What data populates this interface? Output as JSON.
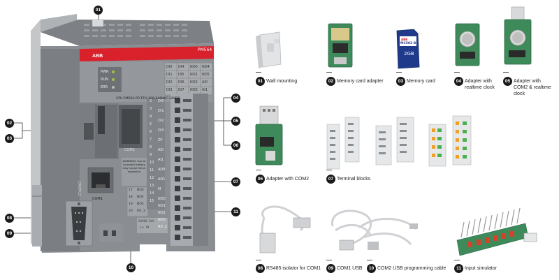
{
  "plc": {
    "brand": "ABB",
    "model": "PM564",
    "cpu_line": "CPU PM564-RP-ETH   100-240VAC   24VDC",
    "leds": [
      "PWR",
      "RUN",
      "ERR"
    ],
    "io_table": [
      [
        "DI0",
        "DI4",
        "NO0",
        "NO4"
      ],
      [
        "DI1",
        "DI5",
        "NO1",
        "NO5"
      ],
      [
        "DI2",
        "DI6",
        "NO2",
        "AI0"
      ],
      [
        "DI3",
        "DI7",
        "NO3",
        "AI1"
      ]
    ],
    "right_labels": [
      "DI0",
      "DI1",
      "DI2",
      "DI3",
      "ZP",
      "AI0",
      "AI1",
      "AO0",
      "AO1",
      "M",
      "NO0",
      "NO1",
      "NO2",
      "NO3",
      "R0..2"
    ],
    "left_numbers": [
      "2",
      "3",
      "4",
      "5",
      "6",
      "7",
      "8",
      "9",
      "10",
      "11",
      "12",
      "13",
      "14",
      "15"
    ],
    "com2_label": "COM2",
    "ethernet_label": "ETHERNET",
    "com1_label": "COM1",
    "warning_text": "WARNING: Use of incorrect battery may cause fire or explosion",
    "output_rows": [
      [
        "17",
        "NO3"
      ],
      [
        "18",
        "NO4"
      ],
      [
        "19",
        "NO5"
      ],
      [
        "20",
        "R0..3"
      ]
    ],
    "bottom_terminal_label": "24VDC 3kV",
    "bottom_terminal_pins": "L+  M"
  },
  "callouts": {
    "c01": "01",
    "c02": "02",
    "c03": "03",
    "c04": "04",
    "c05": "05",
    "c06": "06",
    "c07": "07",
    "c08": "08",
    "c09": "09",
    "c10": "10",
    "c11": "11"
  },
  "items": [
    {
      "num": "01",
      "label": "Wall mounting"
    },
    {
      "num": "02",
      "label": "Memory card adapter"
    },
    {
      "num": "03",
      "label": "Memory card"
    },
    {
      "num": "04",
      "label": "Adapter with realtime clock"
    },
    {
      "num": "05",
      "label": "Adapter with COM2 & realtime clock"
    },
    {
      "num": "06",
      "label": "Adapter with COM2"
    },
    {
      "num": "07",
      "label": "Terminal blocks"
    },
    {
      "num": "08",
      "label": "RS485 isolator for COM1"
    },
    {
      "num": "09",
      "label": "COM1 USB"
    },
    {
      "num": "10",
      "label": "COM2 USB programming cable"
    },
    {
      "num": "11",
      "label": "Input simulator"
    }
  ],
  "sd_card": {
    "brand": "ABB",
    "model": "MC502 B1",
    "capacity": "2GB"
  },
  "colors": {
    "abb_red": "#d9212c",
    "badge": "#1a1a1a",
    "plc_grey": "#8a8d91",
    "terminal_green": "#2e7d4f"
  }
}
